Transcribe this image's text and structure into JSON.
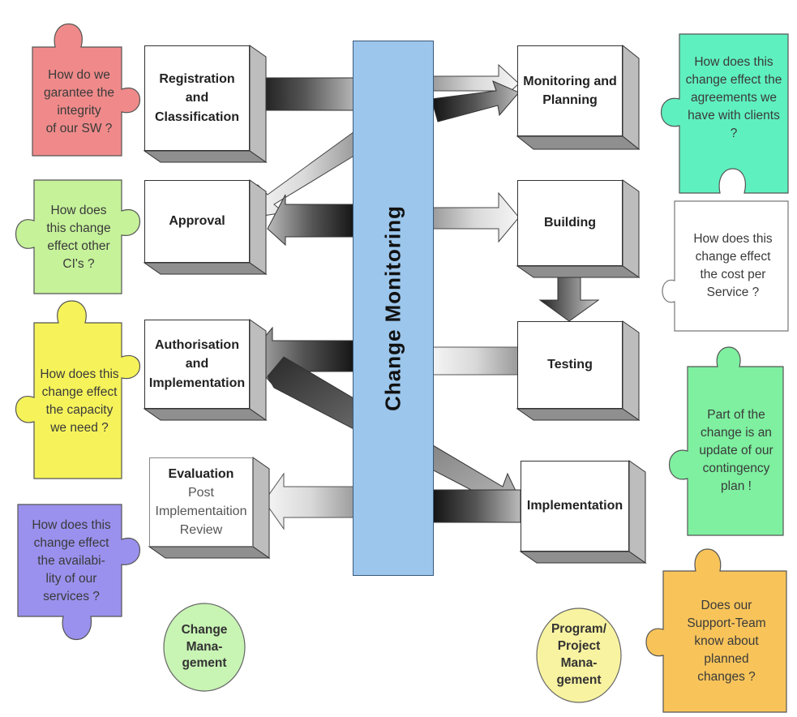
{
  "central_bar": {
    "label": "Change Monitoring"
  },
  "process_boxes": {
    "registration": {
      "line1": "Registration",
      "line2": "and",
      "line3": "Classification"
    },
    "approval": {
      "label": "Approval"
    },
    "authorisation": {
      "line1": "Authorisation",
      "line2": "and",
      "line3": "Implementation"
    },
    "evaluation": {
      "line1": "Evaluation",
      "line2": "Post",
      "line3": "Implementaition",
      "line4": "Review"
    },
    "monitoring_planning": {
      "line1": "Monitoring and",
      "line2": "Planning"
    },
    "building": {
      "label": "Building"
    },
    "testing": {
      "label": "Testing"
    },
    "implementation": {
      "label": "Implementation"
    }
  },
  "left_puzzles": {
    "integrity": {
      "lines": [
        "How do we",
        "garantee the",
        "integrity",
        "of our SW ?"
      ],
      "color": "#f08a8a"
    },
    "other_cis": {
      "lines": [
        "How does",
        "this change",
        "effect other",
        "CI's ?"
      ],
      "color": "#c6f29a"
    },
    "capacity": {
      "lines": [
        "How does this",
        "change effect",
        "the capacity",
        "we need ?"
      ],
      "color": "#f6f35a"
    },
    "availability": {
      "lines": [
        "How does this",
        "change effect",
        "the availabi-",
        "lity of our",
        "services ?"
      ],
      "color": "#9a91ee"
    }
  },
  "right_puzzles": {
    "agreements": {
      "lines": [
        "How does this",
        "change effect the",
        "agreements we",
        "have with clients",
        "?"
      ],
      "color": "#5ff0c0"
    },
    "cost": {
      "lines": [
        "How does this",
        "change effect",
        "the cost per",
        "Service ?"
      ],
      "color": "#ffffff"
    },
    "contingency": {
      "lines": [
        "Part of the",
        "change is an",
        "update of our",
        "contingency",
        "plan !"
      ],
      "color": "#7ef0a0"
    },
    "support_team": {
      "lines": [
        "Does our",
        "Support-Team",
        "know about",
        "planned",
        "changes ?"
      ],
      "color": "#f8c45a"
    }
  },
  "circles": {
    "change_management": {
      "lines": [
        "Change",
        "Mana-",
        "gement"
      ],
      "color": "#c8f4b4"
    },
    "program_management": {
      "lines": [
        "Program/",
        "Project",
        "Mana-",
        "gement"
      ],
      "color": "#f8f3a0"
    }
  }
}
